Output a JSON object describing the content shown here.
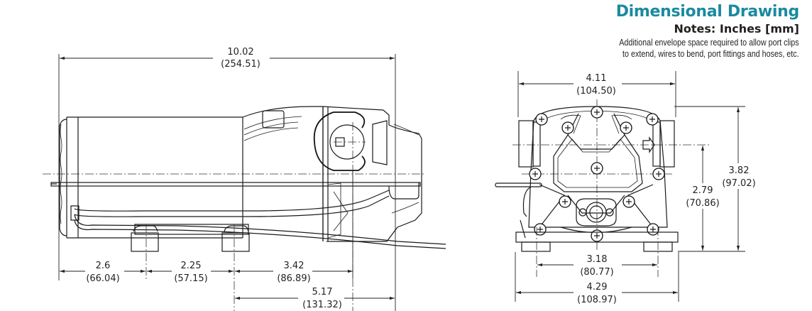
{
  "header": {
    "title": "Dimensional Drawing",
    "units_note": "Notes: Inches [mm]",
    "envelope_note_line1": "Additional envelope space required to allow port clips",
    "envelope_note_line2": "to extend, wires to bend, port fittings and hoses, etc."
  },
  "colors": {
    "title": "#1a8aa0",
    "text": "#231f20",
    "lines": "#1a1a1a"
  },
  "side_view": {
    "overall_length": {
      "in": "10.02",
      "mm": "(254.51)"
    },
    "bottom_dims": [
      {
        "in": "2.6",
        "mm": "(66.04)"
      },
      {
        "in": "2.25",
        "mm": "(57.15)"
      },
      {
        "in": "3.42",
        "mm": "(86.89)"
      },
      {
        "in": "5.17",
        "mm": "(131.32)"
      }
    ]
  },
  "end_view": {
    "width_top": {
      "in": "4.11",
      "mm": "(104.50)"
    },
    "port_height": {
      "in": "2.79",
      "mm": "(70.86)"
    },
    "overall_height": {
      "in": "3.82",
      "mm": "(97.02)"
    },
    "mount_spacing": {
      "in": "3.18",
      "mm": "(80.77)"
    },
    "base_width": {
      "in": "4.29",
      "mm": "(108.97)"
    }
  }
}
